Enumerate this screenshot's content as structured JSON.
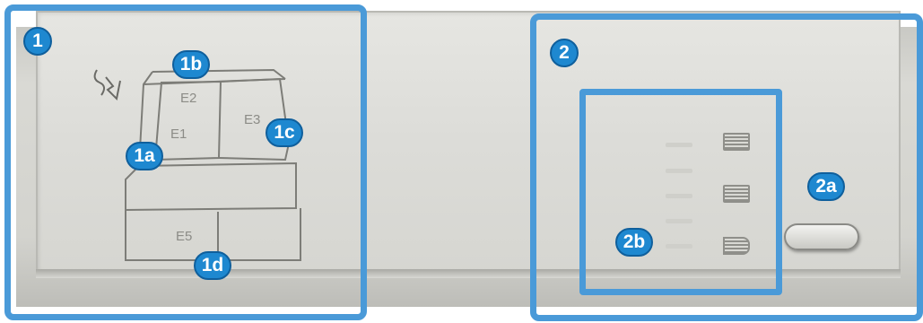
{
  "callouts": {
    "c1": "1",
    "c1a": "1a",
    "c1b": "1b",
    "c1c": "1c",
    "c1d": "1d",
    "c2": "2",
    "c2a": "2a",
    "c2b": "2b"
  },
  "tray_labels": {
    "e1": "E1",
    "e2": "E2",
    "e3": "E3",
    "e5": "E5"
  },
  "symbols": {
    "jam_symbol_icon": "paper-jam-icon"
  },
  "colors": {
    "callout_frame": "#4a9ad8",
    "callout_badge": "#1e88d0"
  }
}
